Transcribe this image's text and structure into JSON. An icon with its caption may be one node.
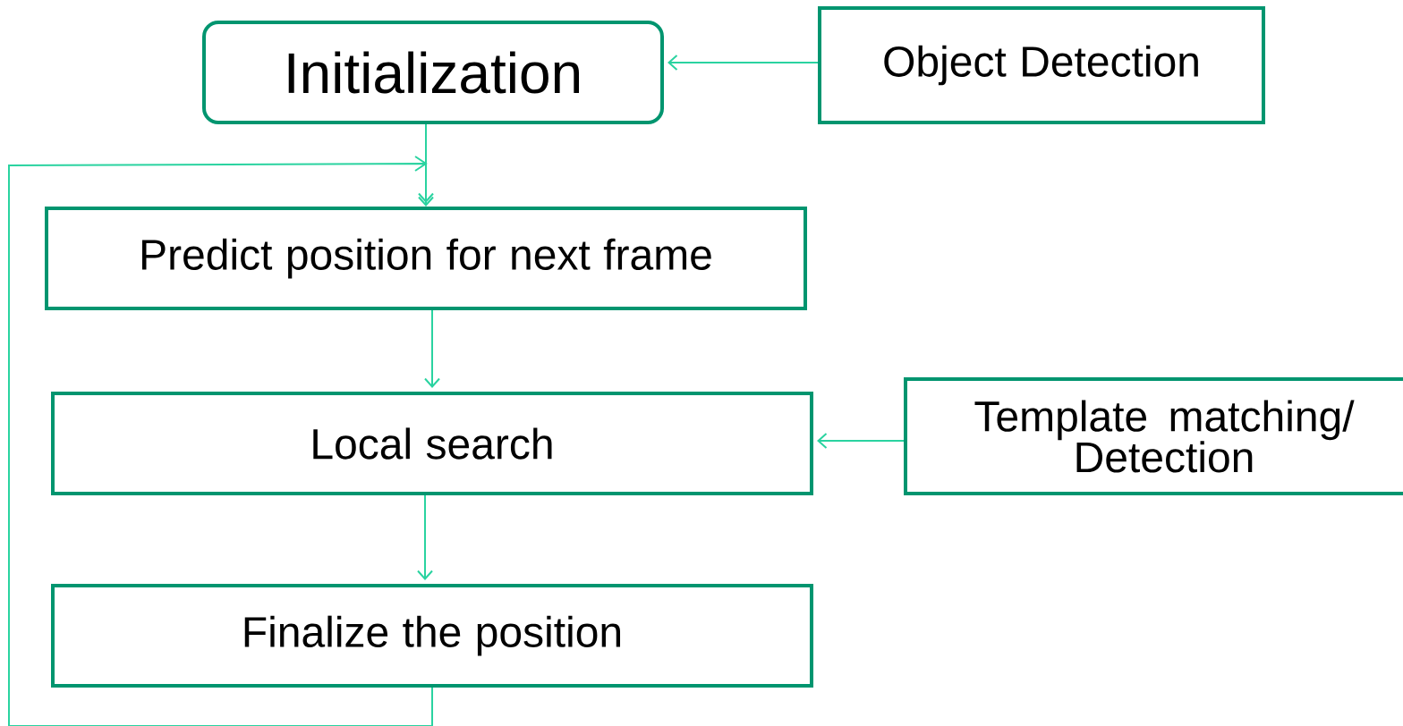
{
  "diagram": {
    "nodes": [
      {
        "text": [
          "Initialization"
        ]
      },
      {
        "text": [
          "Object Detection"
        ]
      },
      {
        "text": [
          "Predict position for next frame"
        ]
      },
      {
        "text": [
          "Local search"
        ]
      },
      {
        "text": [
          "Template matching/ Detection"
        ]
      },
      {
        "text": [
          "Finalize the position"
        ]
      }
    ],
    "edges": [
      {
        "from": 1,
        "to": 0,
        "arrow": "to"
      },
      {
        "from": 0,
        "to": 2,
        "arrow": "to"
      },
      {
        "from": 2,
        "to": 3,
        "arrow": "to"
      },
      {
        "from": 4,
        "to": 3,
        "arrow": "to"
      },
      {
        "from": 3,
        "to": 5,
        "arrow": "to"
      },
      {
        "from": 5,
        "to": 2,
        "arrow": "to"
      }
    ]
  }
}
